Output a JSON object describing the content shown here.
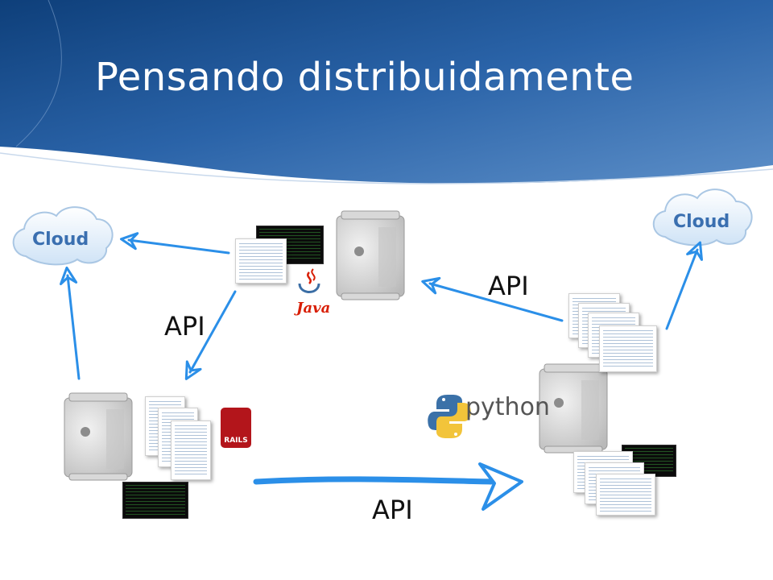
{
  "slide": {
    "title": "Pensando distribuidamente"
  },
  "clouds": [
    {
      "label": "Cloud"
    },
    {
      "label": "Cloud"
    }
  ],
  "api_labels": [
    "API",
    "API",
    "API"
  ],
  "logos": {
    "java": "Java",
    "python": "python",
    "rails": "RAILS"
  },
  "colors": {
    "header_blue": "#2a63a8",
    "arrow_blue": "#2b8fe8",
    "cloud_text": "#3a6fb0"
  },
  "icons": [
    "server-tower-icon",
    "cloud-icon",
    "code-document-icon",
    "terminal-window-icon",
    "java-logo-icon",
    "python-logo-icon",
    "rails-logo-icon"
  ]
}
